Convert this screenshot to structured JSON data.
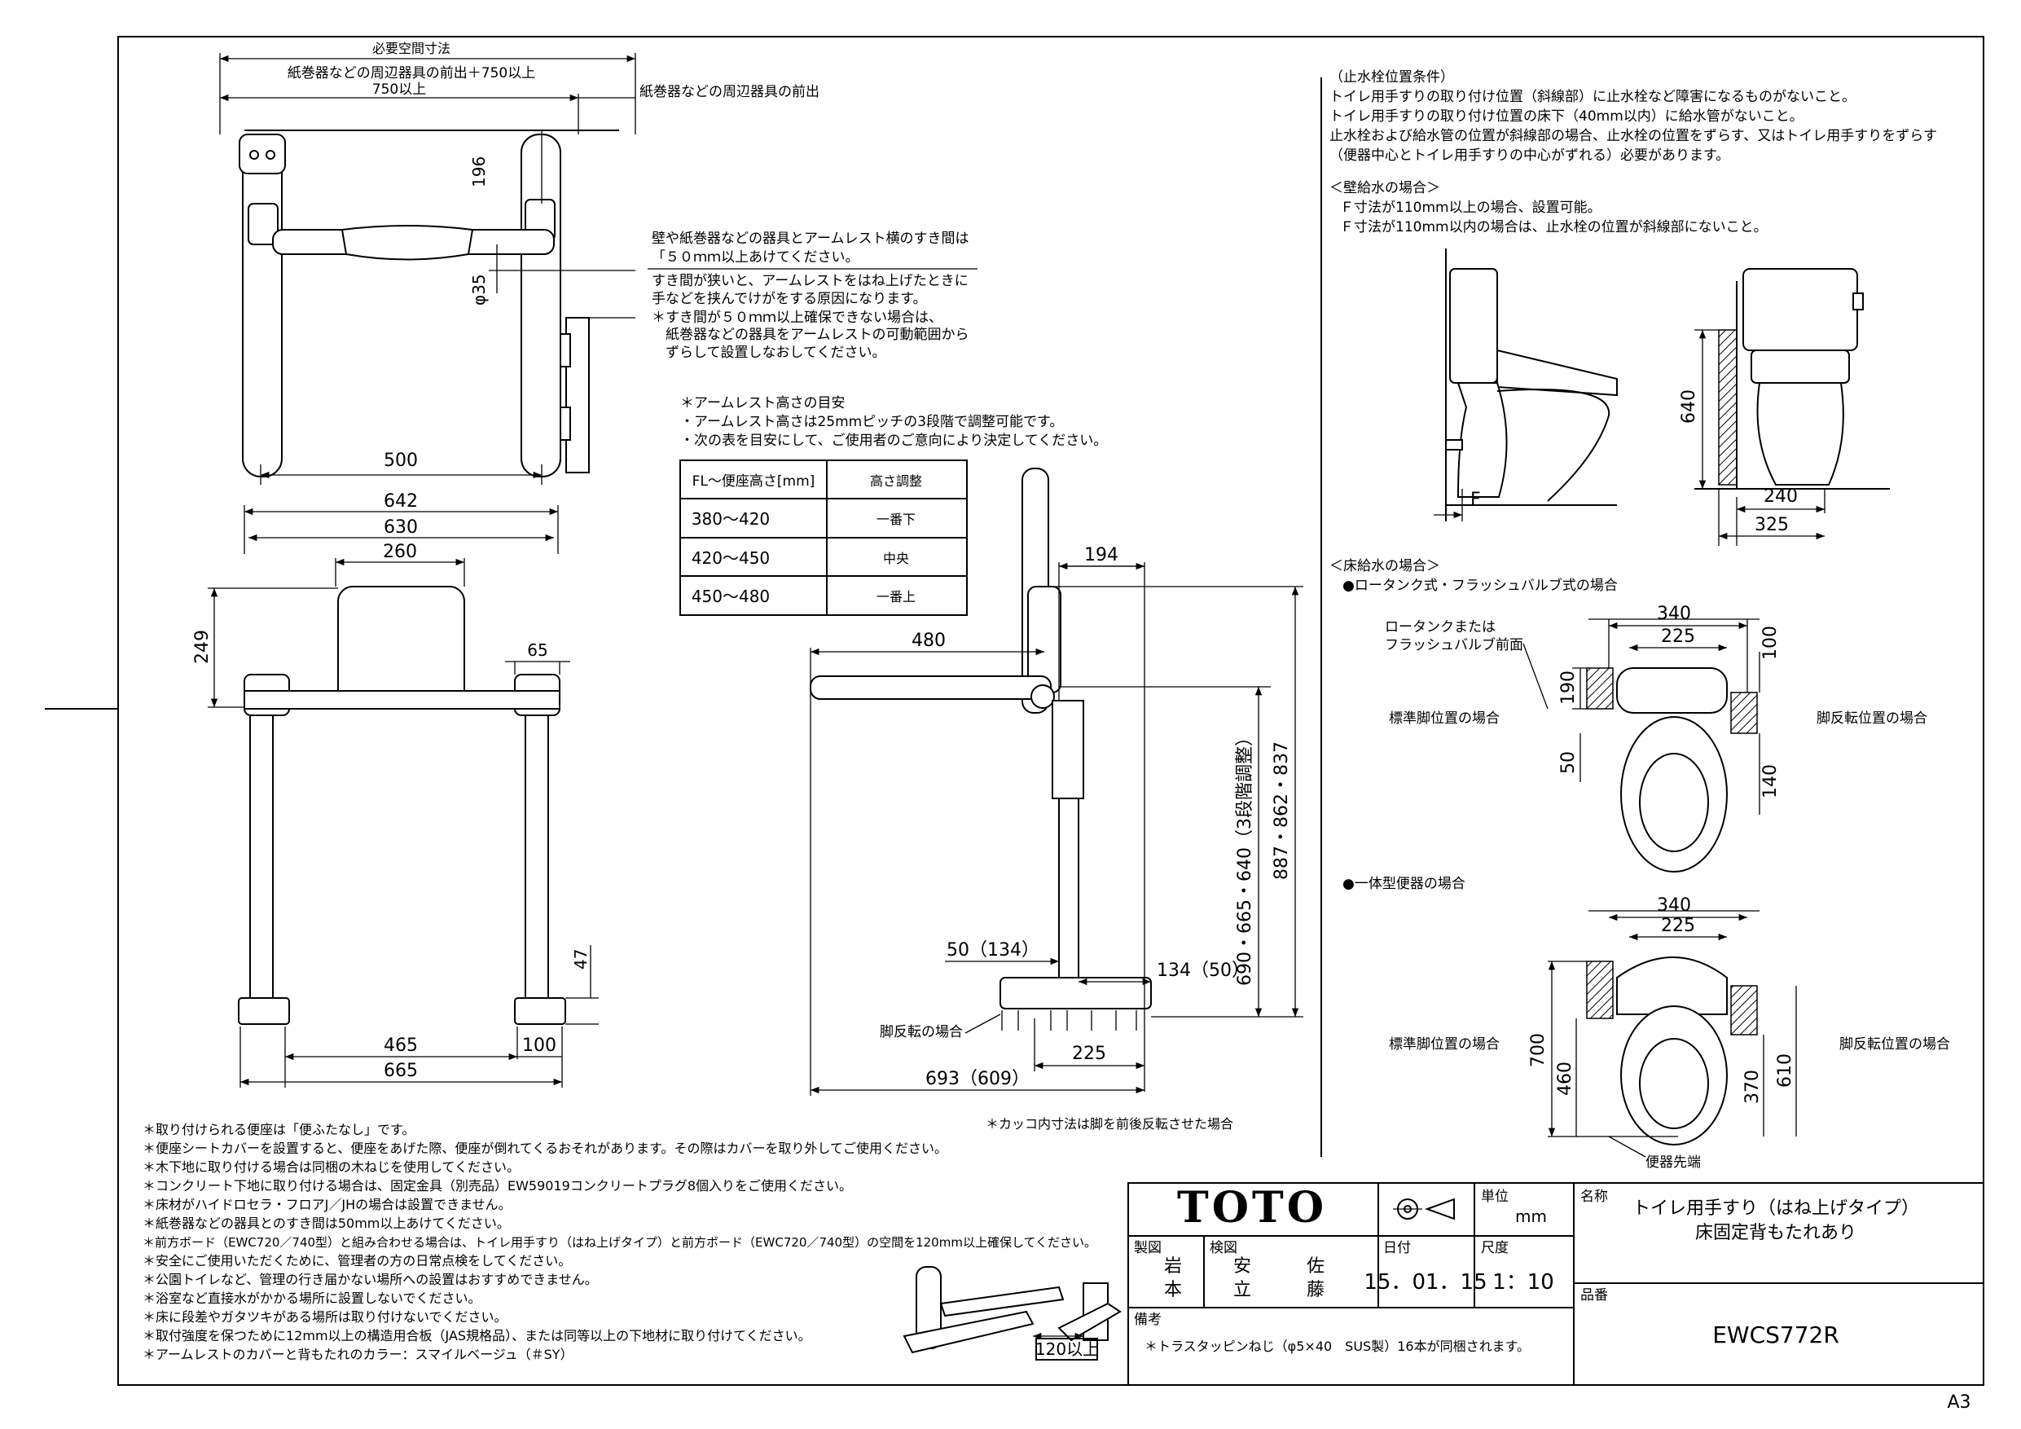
{
  "page": {
    "size_mark": "A3"
  },
  "top_view": {
    "required_space_title": "必要空間寸法",
    "dim_peripheral_plus": "紙巻器などの周辺器具の前出＋750以上",
    "dim_750": "750以上",
    "peripheral_label": "紙巻器などの周辺器具の前出",
    "dim_196": "196",
    "dim_phi35": "φ35",
    "dim_500": "500"
  },
  "gap_notes": [
    "壁や紙巻器などの器具とアームレスト横のすき間は",
    "「５０ｍｍ以上あけてください。",
    "すき間が狭いと、アームレストをはね上げたときに",
    "手などを挟んでけがをする原因になります。",
    "＊すき間が５０ｍｍ以上確保できない場合は、",
    "　紙巻器などの器具をアームレストの可動範囲から",
    "　ずらして設置しなおしてください。"
  ],
  "height_notes": [
    "＊アームレスト高さの目安",
    "・アームレスト高さは25mmピッチの3段階で調整可能です。",
    "・次の表を目安にして、ご使用者のご意向により決定してください。"
  ],
  "height_table": {
    "header": [
      "FL～便座高さ[mm]",
      "高さ調整"
    ],
    "rows": [
      [
        "380～420",
        "一番下"
      ],
      [
        "420～450",
        "中央"
      ],
      [
        "450～480",
        "一番上"
      ]
    ]
  },
  "front_view": {
    "dim_642": "642",
    "dim_630": "630",
    "dim_260": "260",
    "dim_249": "249",
    "dim_65": "65",
    "dim_47": "47",
    "dim_465": "465",
    "dim_100": "100",
    "dim_665": "665"
  },
  "side_view": {
    "dim_194": "194",
    "dim_480": "480",
    "dim_887": "887・862・837",
    "dim_690": "690・665・640（3段階調整）",
    "dim_50_134": "50（134）",
    "dim_134_50": "134（50）",
    "reverse_foot": "脚反転の場合",
    "dim_225": "225",
    "dim_693": "693（609）",
    "paren_note": "＊カッコ内寸法は脚を前後反転させた場合"
  },
  "stop_valve": {
    "lines": [
      "（止水栓位置条件）",
      "トイレ用手すりの取り付け位置（斜線部）に止水栓など障害になるものがないこと。",
      "トイレ用手すりの取り付け位置の床下（40mm以内）に給水管がないこと。",
      "止水栓および給水管の位置が斜線部の場合、止水栓の位置をずらす、又はトイレ用手すりをずらす",
      "（便器中心とトイレ用手すりの中心がずれる）必要があります。"
    ],
    "wall_title": "＜壁給水の場合＞",
    "wall_lines": [
      "Ｆ寸法が110mm以上の場合、設置可能。",
      "Ｆ寸法が110mm以内の場合は、止水栓の位置が斜線部にないこと。"
    ],
    "dim_F": "F",
    "dim_640": "640",
    "dim_240": "240",
    "dim_325": "325"
  },
  "floor_supply": {
    "title": "＜床給水の場合＞",
    "low_tank_title": "●ロータンク式・フラッシュバルブ式の場合",
    "low_tank_front": "ロータンクまたは",
    "flush_valve_front": "フラッシュバルブ前面",
    "standard_pos": "標準脚位置の場合",
    "reverse_pos": "脚反転位置の場合",
    "dim_340": "340",
    "dim_225": "225",
    "dim_100": "100",
    "dim_190": "190",
    "dim_50": "50",
    "dim_140": "140",
    "one_piece_title": "●一体型便器の場合",
    "dim_340b": "340",
    "dim_225b": "225",
    "dim_700": "700",
    "dim_460": "460",
    "dim_370": "370",
    "dim_610": "610",
    "bowl_tip": "便器先端"
  },
  "notes": [
    "＊取り付けられる便座は「便ふたなし」です。",
    "＊便座シートカバーを設置すると、便座をあげた際、便座が倒れてくるおそれがあります。その際はカバーを取り外してご使用ください。",
    "＊木下地に取り付ける場合は同梱の木ねじを使用してください。",
    "＊コンクリート下地に取り付ける場合は、固定金具（別売品）EW59019コンクリートプラグ8個入りをご使用ください。",
    "＊床材がハイドロセラ・フロアJ／JHの場合は設置できません。",
    "＊紙巻器などの器具とのすき間は50mm以上あけてください。",
    "＊前方ボード（EWC720／740型）と組み合わせる場合は、トイレ用手すり（はね上げタイプ）と前方ボード（EWC720／740型）の空間を120mm以上確保してください。",
    "＊安全にご使用いただくために、管理者の方の日常点検をしてください。",
    "＊公園トイレなど、管理の行き届かない場所への設置はおすすめできません。",
    "＊浴室など直接水がかかる場所に設置しないでください。",
    "＊床に段差やガタツキがある場所は取り付けないでください。",
    "＊取付強度を保つために12mm以上の構造用合板（JAS規格品）、または同等以上の下地材に取り付けてください。",
    "＊アームレストのカバーと背もたれのカラー：スマイルベージュ（＃SY）"
  ],
  "combo_dim": "120以上",
  "title_block": {
    "logo": "TOTO",
    "unit_label": "単位",
    "unit_value": "mm",
    "name_label": "名称",
    "product_name_1": "トイレ用手すり（はね上げタイプ）",
    "product_name_2": "床固定背もたれあり",
    "drafted_label": "製図",
    "drafted_1": "岩",
    "drafted_2": "本",
    "checked_label": "検図",
    "checked_1": "安",
    "checked_2": "立",
    "checked_3": "佐",
    "checked_4": "藤",
    "date_label": "日付",
    "date_value": "15．01．15",
    "scale_label": "尺度",
    "scale_value": "1：10",
    "part_no_label": "品番",
    "part_no": "EWCS772R",
    "remarks_label": "備考",
    "remarks": "＊トラスタッピンねじ（φ5×40　SUS製）16本が同梱されます。"
  }
}
